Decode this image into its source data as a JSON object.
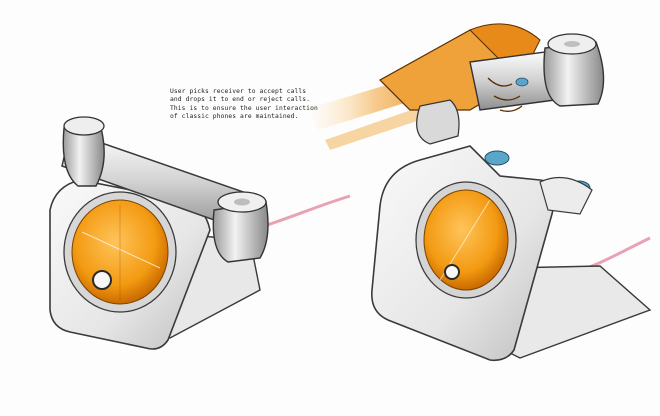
{
  "annotation": {
    "lines": [
      "User picks receiver to accept calls",
      "and drops it to end or reject calls.",
      "This is to ensure the user interaction",
      "of classic phones are maintained."
    ]
  },
  "colors": {
    "background": "#fdfdfd",
    "body_light": "#f2f2f2",
    "body_shade": "#c9c9c9",
    "outline": "#3a3a3a",
    "dial_orange": "#f39a12",
    "dial_dark": "#c96a00",
    "cord_pink": "#e9a2b4",
    "hand_orange": "#f0a23a",
    "accent_blue": "#5aa6c8"
  }
}
